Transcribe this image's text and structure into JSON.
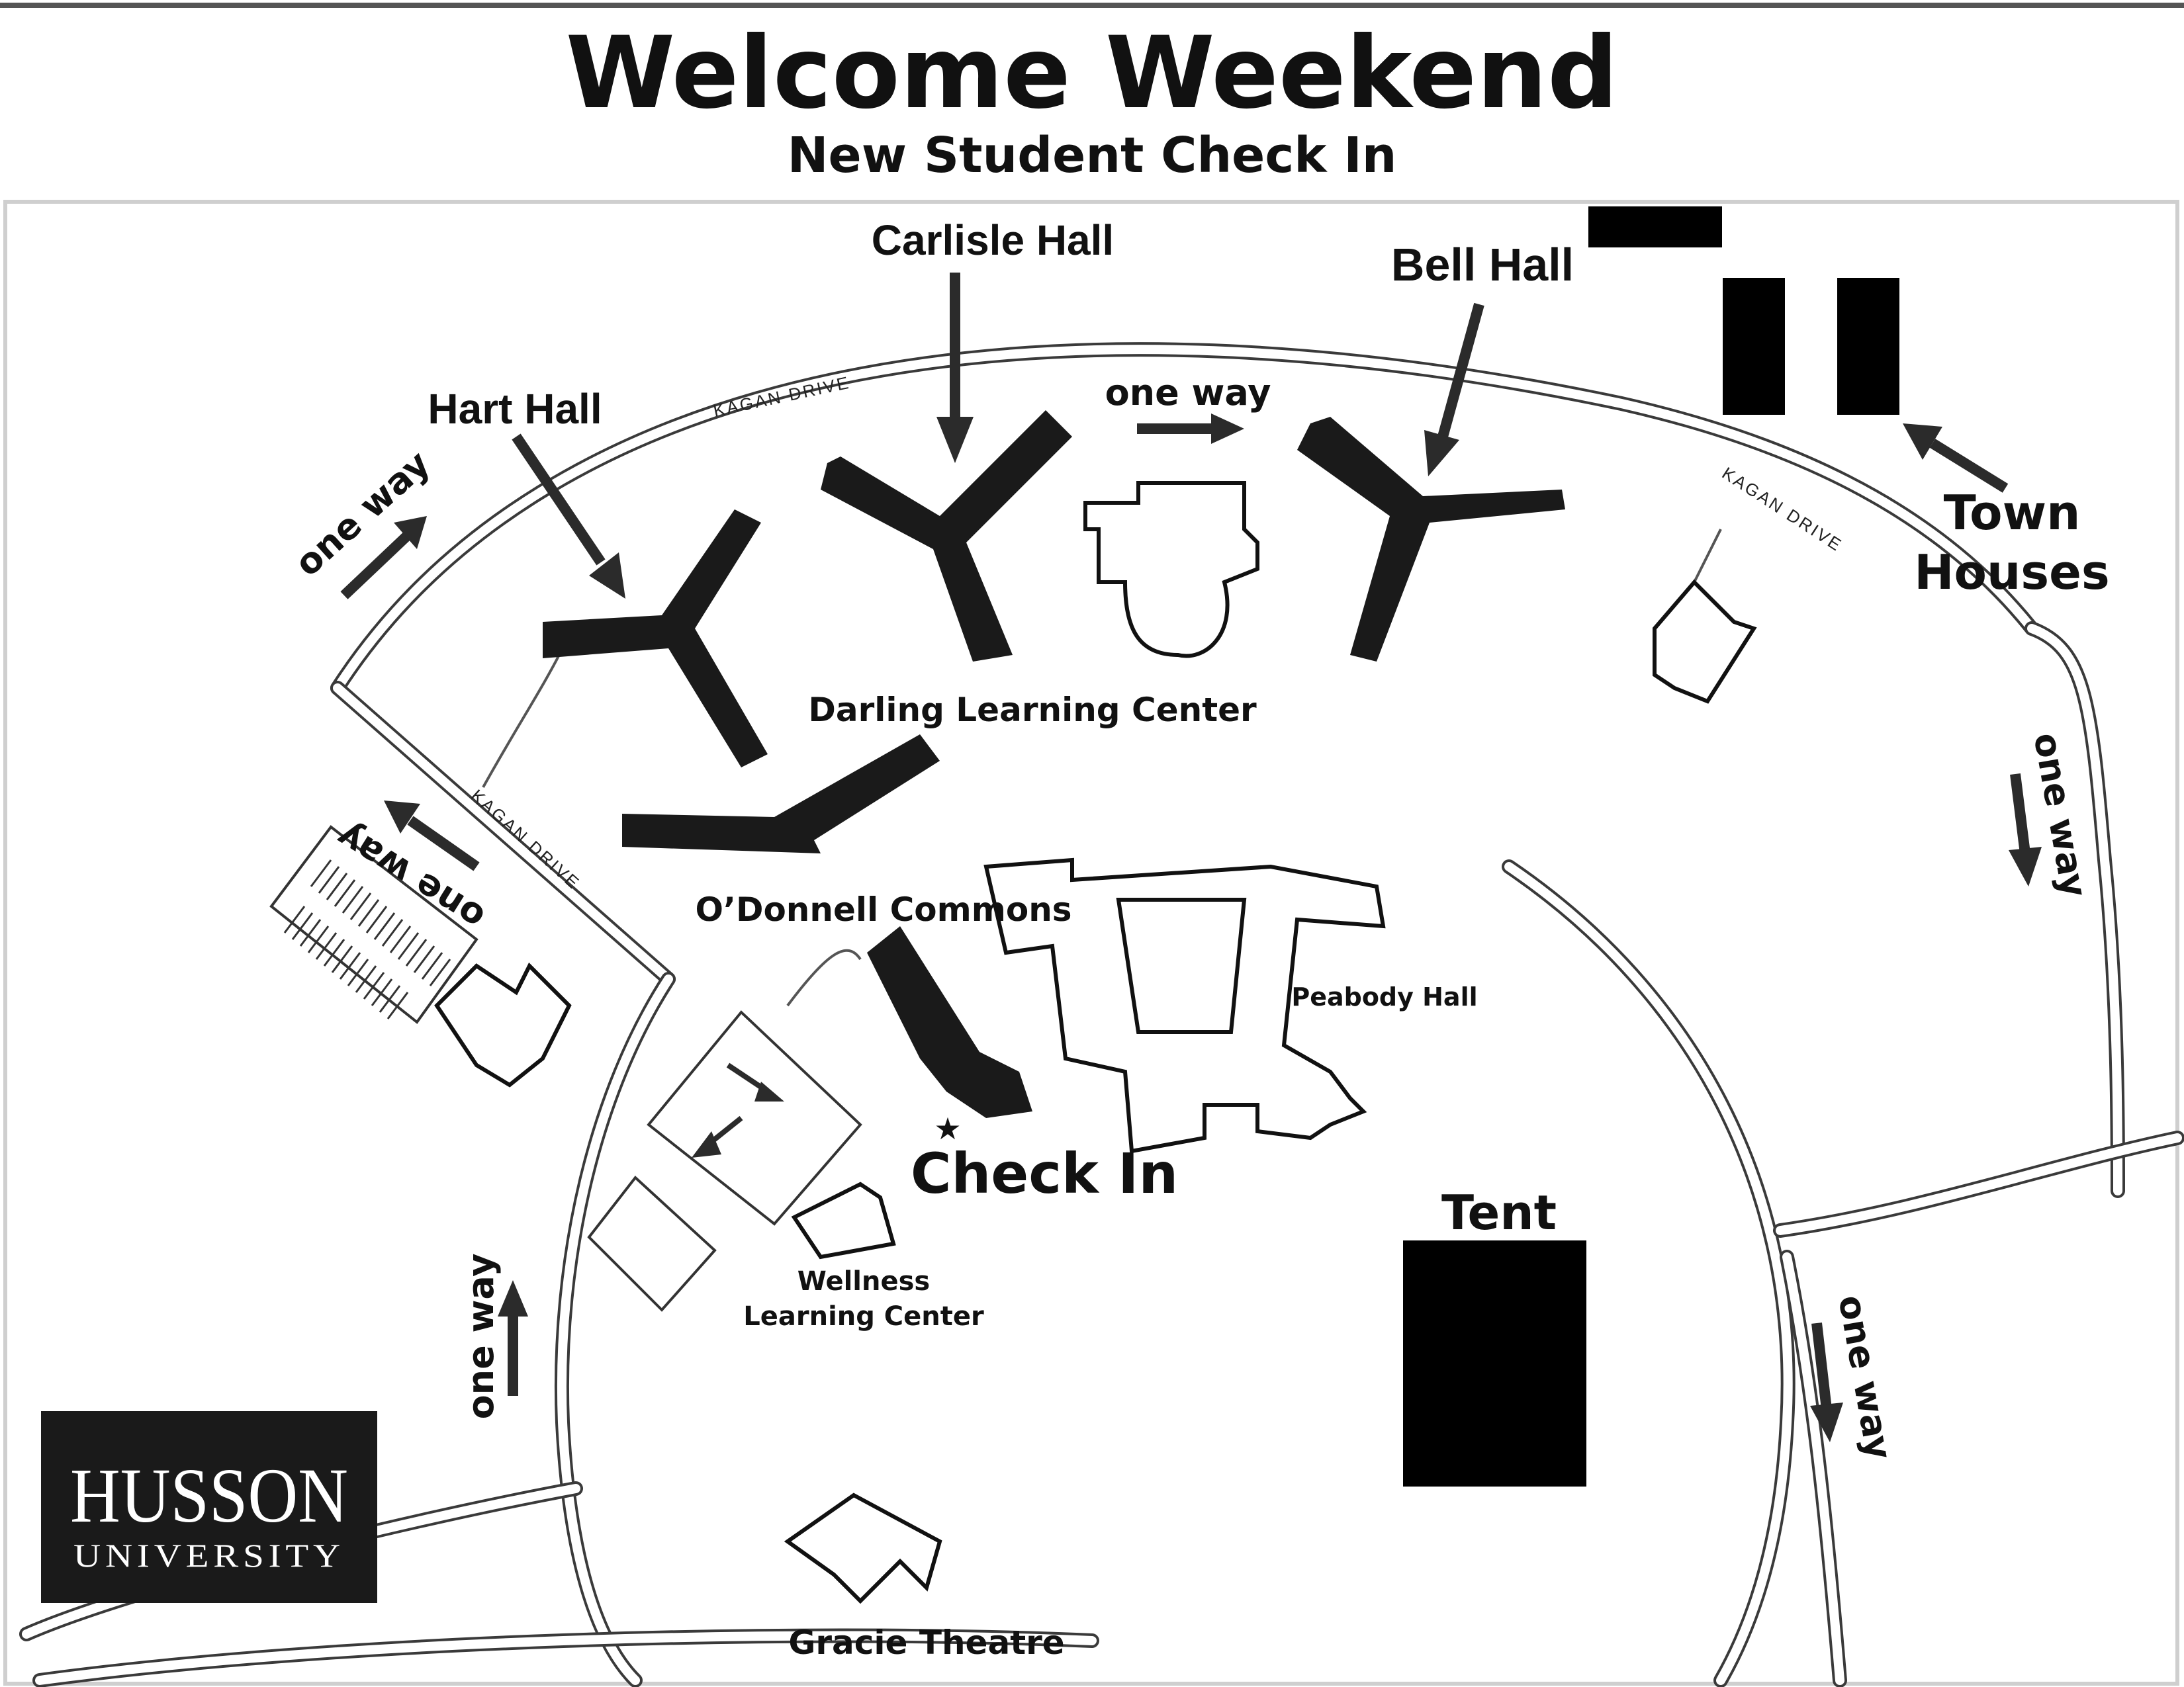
{
  "header": {
    "title": "Welcome Weekend",
    "subtitle": "New Student Check In"
  },
  "buildings": {
    "hart": "Hart Hall",
    "carlisle": "Carlisle Hall",
    "bell": "Bell Hall",
    "town_line1": "Town",
    "town_line2": "Houses",
    "darling": "Darling Learning Center",
    "odonnell": "O’Donnell Commons",
    "peabody": "Peabody Hall",
    "wellness_line1": "Wellness",
    "wellness_line2": "Learning Center",
    "gracie": "Gracie Theatre",
    "tent": "Tent"
  },
  "markers": {
    "check_in": "Check In",
    "check_in_star": "★"
  },
  "roads": {
    "kagan": "KAGAN DRIVE"
  },
  "traffic": {
    "one_way": "one way"
  },
  "logo": {
    "line1": "HUSSON",
    "line2": "UNIVERSITY"
  }
}
